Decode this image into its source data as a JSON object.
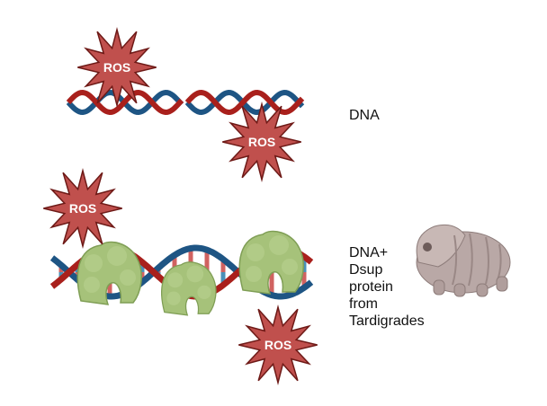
{
  "ros_label": "ROS",
  "top_label": "DNA",
  "bottom_label_lines": [
    "DNA+",
    "Dsup",
    "protein",
    "from",
    "Tardigrades"
  ],
  "colors": {
    "dna_red": "#a9201c",
    "dna_blue": "#1e5584",
    "ros_fill": "#c0504d",
    "ros_stroke": "#6e1a17",
    "protein": "#a6c27a",
    "tardigrade": "#b9a8a6"
  }
}
